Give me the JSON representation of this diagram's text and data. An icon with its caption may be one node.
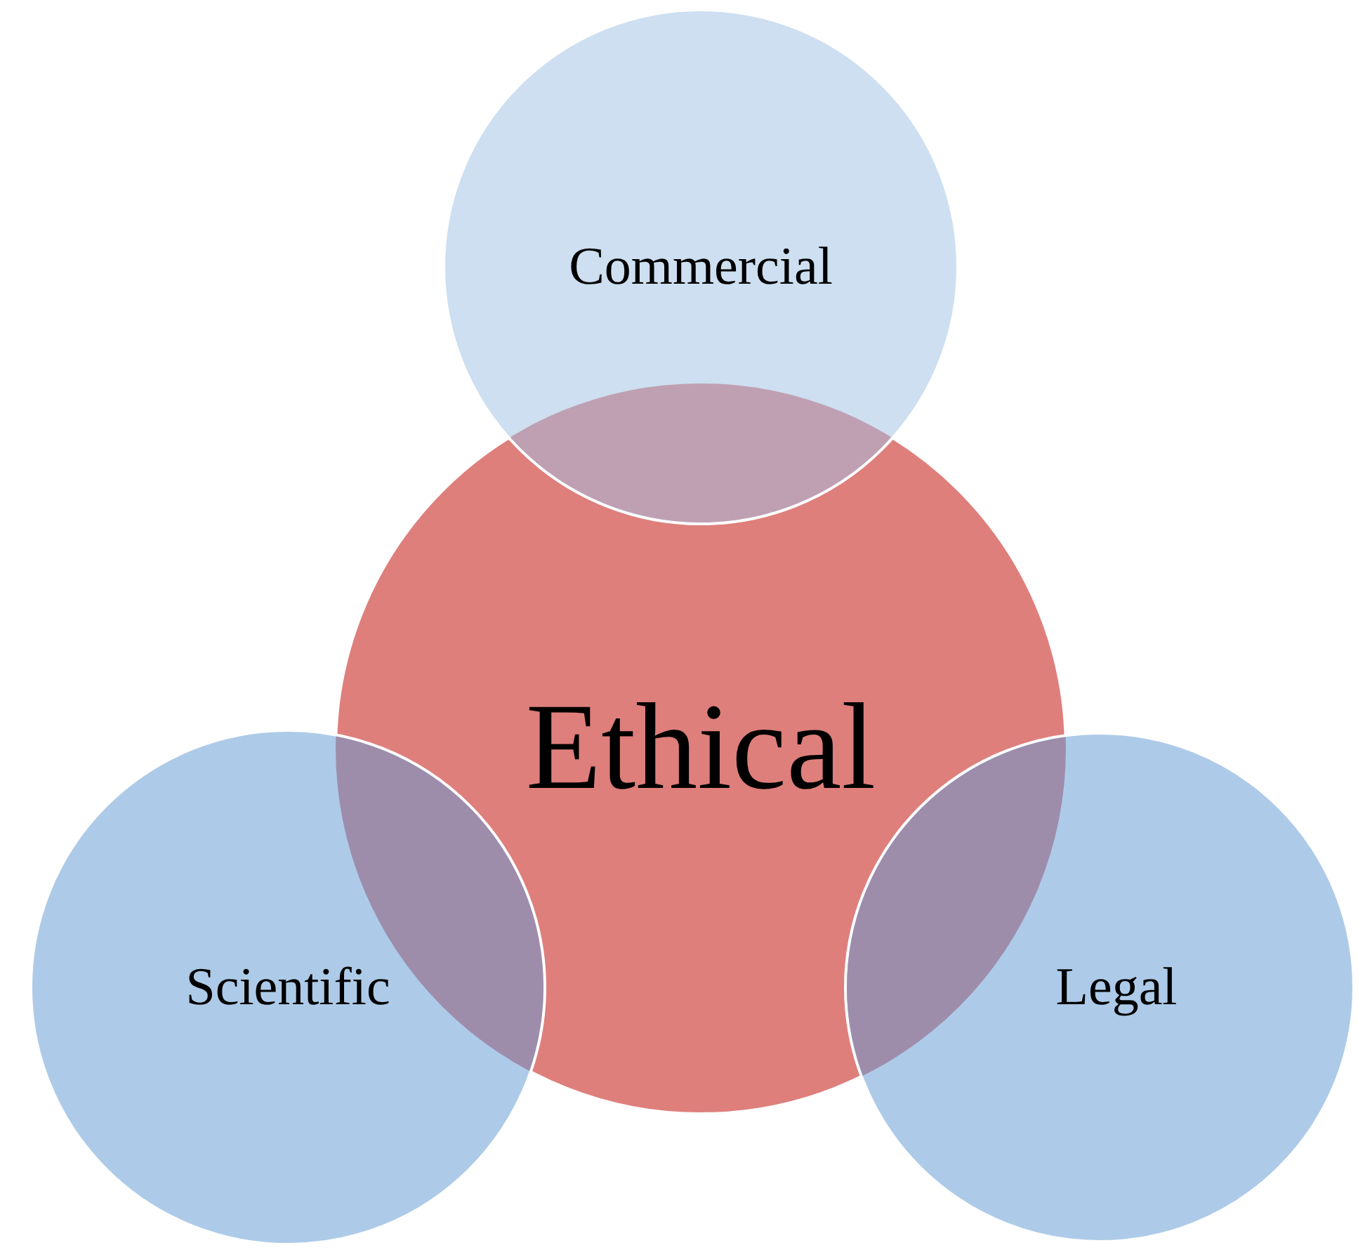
{
  "diagram": {
    "nodes": [
      {
        "text": [
          "Commercial"
        ]
      },
      {
        "text": [
          "Ethical"
        ]
      },
      {
        "text": [
          "Scientific"
        ]
      },
      {
        "text": [
          "Legal"
        ]
      }
    ]
  }
}
